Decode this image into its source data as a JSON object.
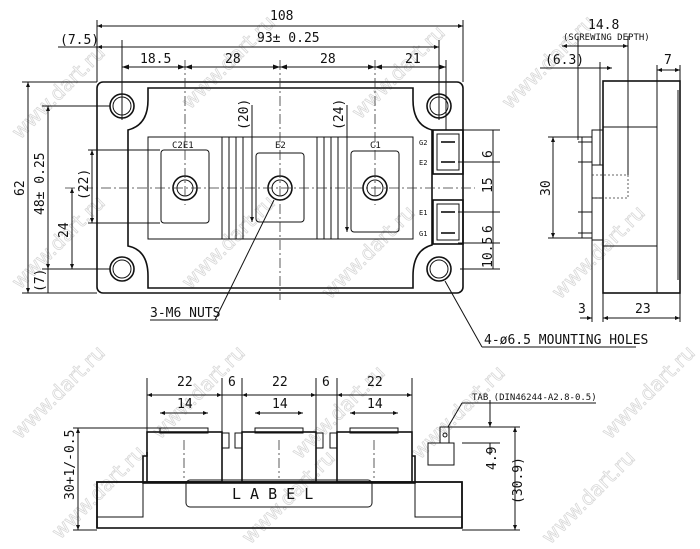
{
  "watermark": "www.dart.ru",
  "top_view": {
    "dims": {
      "overall_width": "108",
      "left_offset": "(7.5)",
      "hole_pitch": "93± 0.25",
      "d1": "18.5",
      "d2": "28",
      "d3": "28",
      "d4": "21",
      "height": "62",
      "hole_pitch_v": "48± 0.25",
      "d24": "24",
      "d7": "(7)",
      "d22": "(22)",
      "d20": "(20)",
      "d24b": "(24)",
      "g1": "6",
      "g2": "15",
      "g3": "6",
      "g4": "10.5"
    },
    "terminals": [
      "C2E1",
      "E2",
      "C1"
    ],
    "gate_pins": [
      "G2",
      "E2",
      "E1",
      "G1"
    ],
    "callout_nuts": "3-M6 NUTS",
    "callout_holes": "4-ø6.5 MOUNTING HOLES"
  },
  "side_view": {
    "screw_depth": "14.8",
    "screw_depth_note": "(SCREWING DEPTH)",
    "d63": "(6.3)",
    "d7": "7",
    "d30": "30",
    "d3": "3",
    "d23": "23"
  },
  "front_view": {
    "d22a": "22",
    "d6a": "6",
    "d22b": "22",
    "d6b": "6",
    "d22c": "22",
    "d14a": "14",
    "d14b": "14",
    "d14c": "14",
    "label": "L A B E L",
    "tab_note": "TAB (DIN46244-A2.8-0.5)",
    "d49": "4.9",
    "d309": "(30.9)",
    "height": "30+1/-0.5"
  }
}
